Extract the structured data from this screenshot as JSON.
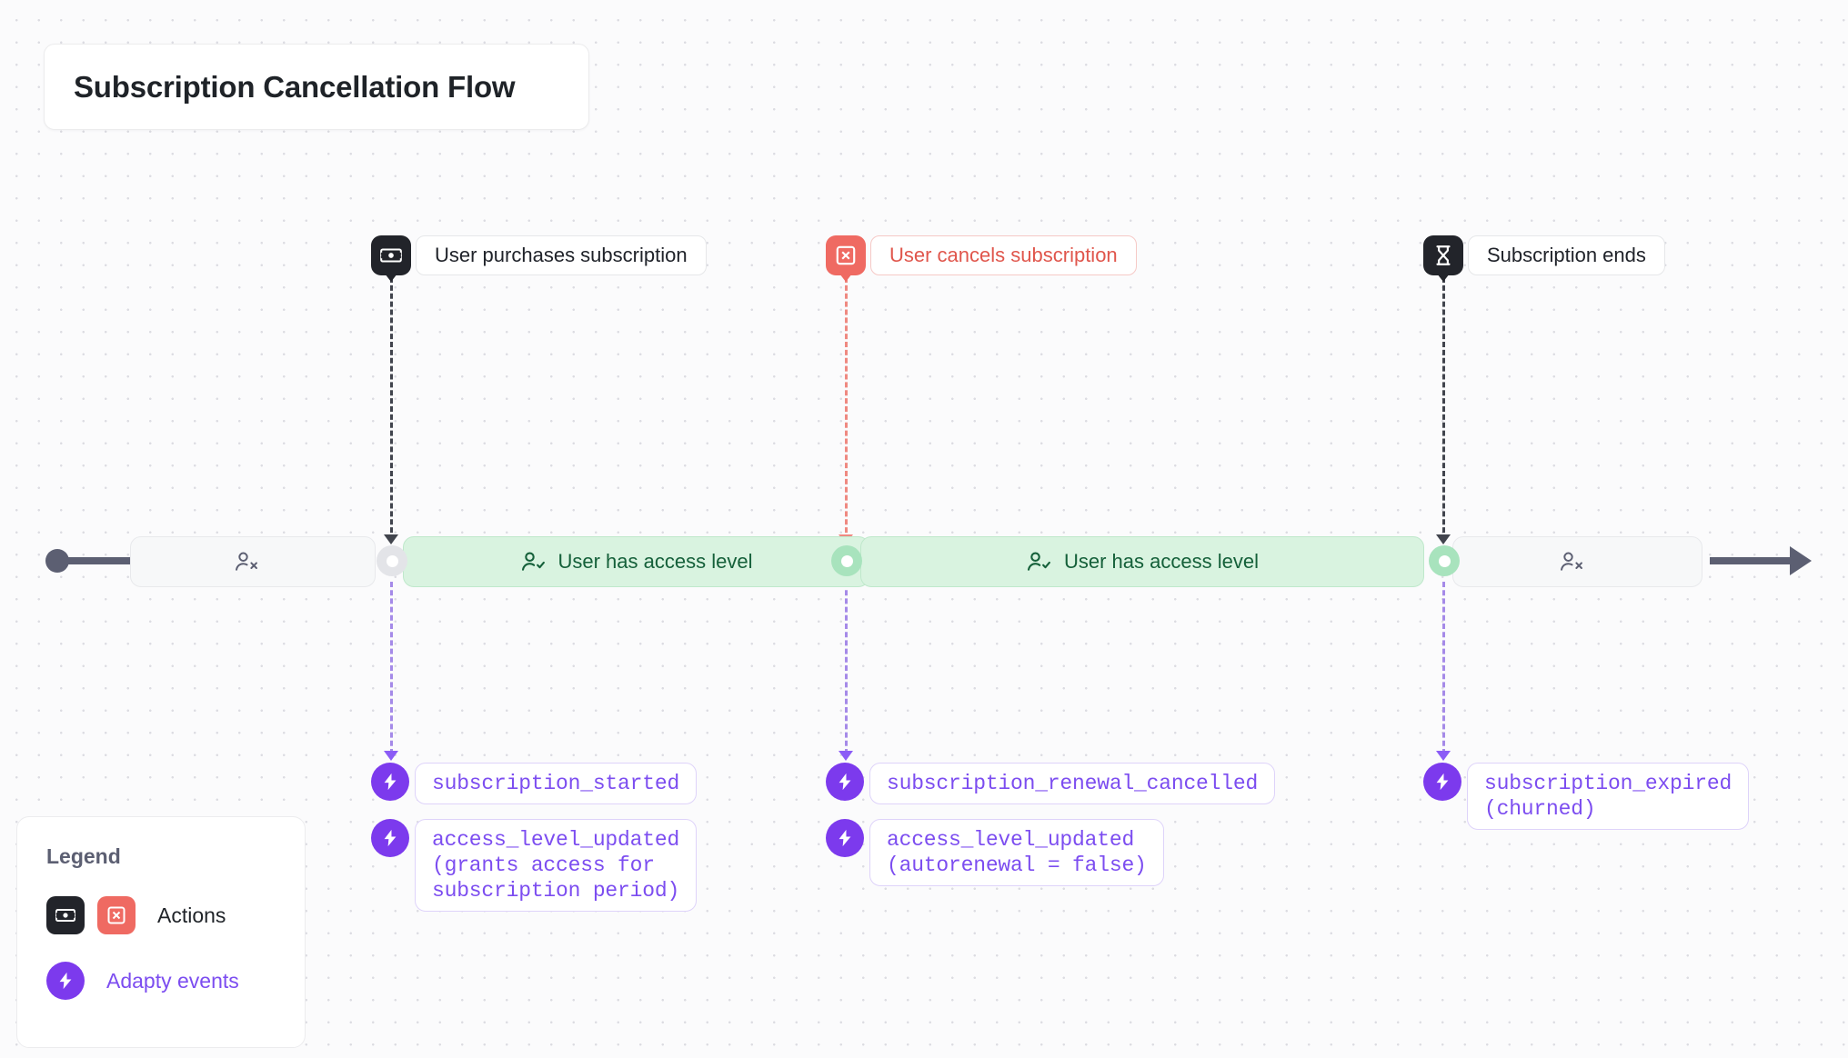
{
  "page": {
    "title": "Subscription Cancellation Flow",
    "background_color": "#fbfbfc",
    "dot_grid_color": "#dcdce2"
  },
  "actions": [
    {
      "id": "purchase",
      "label": "User purchases subscription",
      "icon": "banknote-icon",
      "style": "dark",
      "pin_color": "#22242a",
      "text_color": "#20232a"
    },
    {
      "id": "cancel",
      "label": "User cancels subscription",
      "icon": "x-square-icon",
      "style": "red",
      "pin_color": "#ef6a62",
      "text_color": "#e0564c"
    },
    {
      "id": "ends",
      "label": "Subscription ends",
      "icon": "hourglass-icon",
      "style": "dark",
      "pin_color": "#22242a",
      "text_color": "#20232a"
    }
  ],
  "timeline": {
    "segments": [
      {
        "id": "no-access-before",
        "label": "",
        "icon": "user-x-icon",
        "state": "no-access",
        "color": "#f7f8f9"
      },
      {
        "id": "access-1",
        "label": "User has access level",
        "icon": "user-check-icon",
        "state": "access",
        "color": "#d9f3e0"
      },
      {
        "id": "access-2",
        "label": "User has access level",
        "icon": "user-check-icon",
        "state": "access",
        "color": "#d9f3e0"
      },
      {
        "id": "no-access-after",
        "label": "",
        "icon": "user-x-icon",
        "state": "no-access",
        "color": "#f7f8f9"
      }
    ],
    "junctions": [
      {
        "id": "junction-purchase",
        "color": "#e3e4e8"
      },
      {
        "id": "junction-cancel",
        "color": "#a8e3bd"
      },
      {
        "id": "junction-ends",
        "color": "#a8e3bd"
      }
    ]
  },
  "events": [
    {
      "column": "purchase",
      "badges": [
        {
          "id": "subscription-started",
          "lines": [
            "subscription_started"
          ]
        },
        {
          "id": "access-level-updated-grants",
          "lines": [
            "access_level_updated",
            "(grants access for",
            "subscription period)"
          ]
        }
      ]
    },
    {
      "column": "cancel",
      "badges": [
        {
          "id": "subscription-renewal-cancelled",
          "lines": [
            "subscription_renewal_cancelled"
          ]
        },
        {
          "id": "access-level-updated-autorenewal",
          "lines": [
            "access_level_updated",
            "(autorenewal = false)"
          ]
        }
      ]
    },
    {
      "column": "ends",
      "badges": [
        {
          "id": "subscription-expired",
          "lines": [
            "subscription_expired",
            "(churned)"
          ]
        }
      ]
    }
  ],
  "legend": {
    "title": "Legend",
    "rows": [
      {
        "id": "actions",
        "label": "Actions",
        "icons": [
          "banknote-icon",
          "x-square-icon"
        ],
        "text_color": "#1f2328"
      },
      {
        "id": "adapty-events",
        "label": "Adapty events",
        "icons": [
          "bolt-icon"
        ],
        "text_color": "#7c4df0"
      }
    ]
  },
  "colors": {
    "accent_purple": "#7c3aed",
    "accent_red": "#ef6a62",
    "accent_green": "#15603a",
    "timeline_gray": "#5c5f72"
  }
}
